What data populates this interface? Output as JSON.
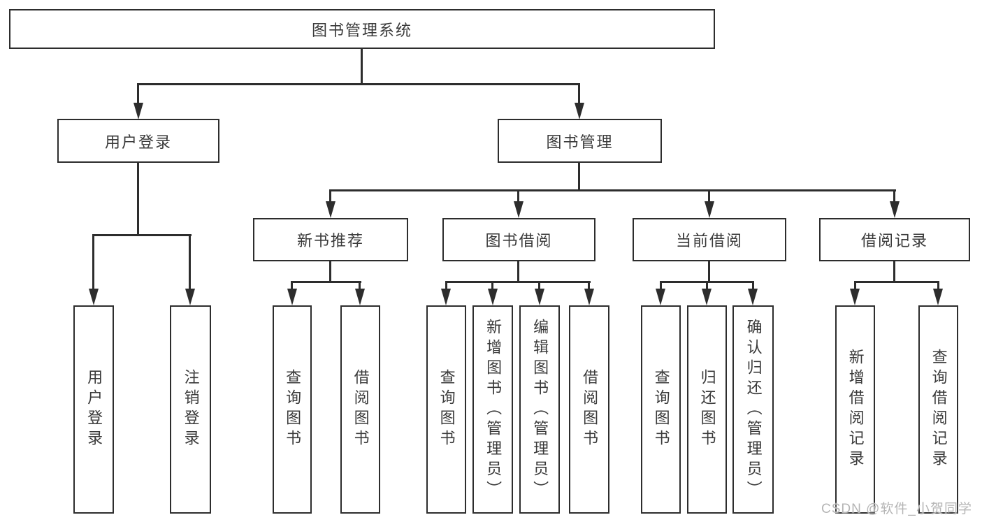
{
  "tree": {
    "label": "图书管理系统",
    "children": [
      {
        "label": "用户登录",
        "children": [
          {
            "label": "用户登录"
          },
          {
            "label": "注销登录"
          }
        ]
      },
      {
        "label": "图书管理",
        "children": [
          {
            "label": "新书推荐",
            "children": [
              {
                "label": "查询图书"
              },
              {
                "label": "借阅图书"
              }
            ]
          },
          {
            "label": "图书借阅",
            "children": [
              {
                "label": "查询图书"
              },
              {
                "label": "新增图书（管理员）"
              },
              {
                "label": "编辑图书（管理员）"
              },
              {
                "label": "借阅图书"
              }
            ]
          },
          {
            "label": "当前借阅",
            "children": [
              {
                "label": "查询图书"
              },
              {
                "label": "归还图书"
              },
              {
                "label": "确认归还（管理员）"
              }
            ]
          },
          {
            "label": "借阅记录",
            "children": [
              {
                "label": "新增借阅记录"
              },
              {
                "label": "查询借阅记录"
              }
            ]
          }
        ]
      }
    ]
  },
  "watermark": {
    "text": "CSDN @软件_小贺同学"
  },
  "colors": {
    "line": "#2d2d2d",
    "box_border": "#2d2d2d",
    "text": "#3a3a3a",
    "watermark": "#b5b5b5",
    "background": "#ffffff"
  }
}
